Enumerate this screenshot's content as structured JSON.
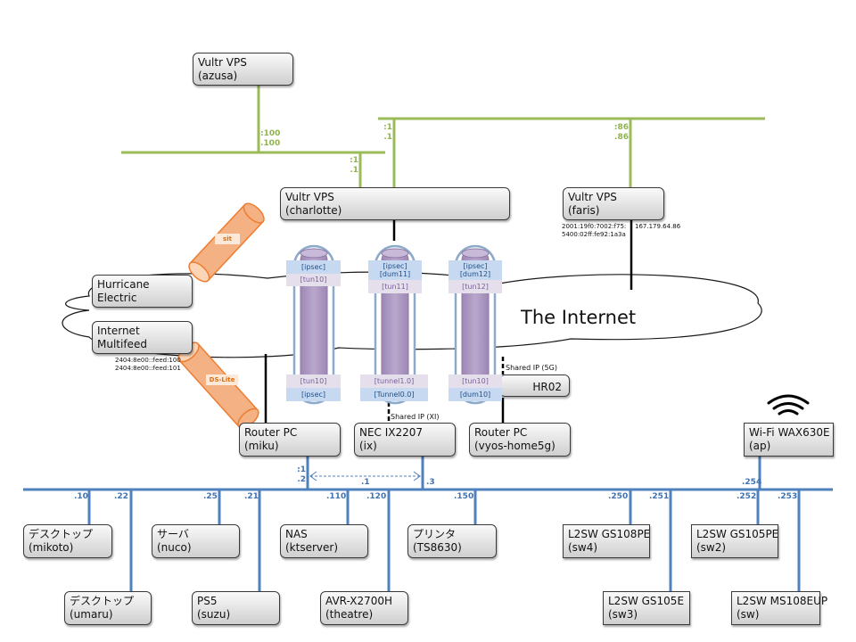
{
  "diagram_title": "Home network topology",
  "colors": {
    "vps_network": "#9bbb59",
    "lan": "#4f81bd",
    "tunnel_ipsec": "#c6d9f0",
    "tunnel_tun": "#e5dfec",
    "tube_orange": "#f4b183"
  },
  "vps_net_a": {
    "azusa_v6": ":100",
    "azusa_v4": ".100",
    "charlotte_v6": ":1",
    "charlotte_v4": ".1"
  },
  "vps_net_b": {
    "charlotte_v6": ":1",
    "charlotte_v4": ".1",
    "faris_v6": ":86",
    "faris_v4": ".86"
  },
  "nodes": {
    "azusa": {
      "line1": "Vultr VPS",
      "line2": "(azusa)"
    },
    "charlotte": {
      "line1": "Vultr VPS",
      "line2": "(charlotte)"
    },
    "faris": {
      "line1": "Vultr VPS",
      "line2": "(faris)"
    },
    "he": {
      "line1": "Hurricane",
      "line2": "Electric"
    },
    "mfeed": {
      "line1": "Internet",
      "line2": "Multifeed"
    },
    "hr02": {
      "line1": "HR02"
    },
    "miku": {
      "line1": "Router PC",
      "line2": "(miku)"
    },
    "ix": {
      "line1": "NEC IX2207",
      "line2": "(ix)"
    },
    "vyos": {
      "line1": "Router PC",
      "line2": "(vyos-home5g)"
    },
    "ap": {
      "line1": "Wi-Fi WAX630E",
      "line2": "(ap)"
    },
    "mikoto": {
      "line1": "デスクトップ",
      "line2": "(mikoto)"
    },
    "umaru": {
      "line1": "デスクトップ",
      "line2": "(umaru)"
    },
    "nuco": {
      "line1": "サーバ",
      "line2": "(nuco)"
    },
    "suzu": {
      "line1": "PS5",
      "line2": "(suzu)"
    },
    "ktserver": {
      "line1": "NAS",
      "line2": "(ktserver)"
    },
    "theatre": {
      "line1": "AVR-X2700H",
      "line2": "(theatre)"
    },
    "printer": {
      "line1": "プリンタ",
      "line2": "(TS8630)"
    },
    "sw4": {
      "line1": "L2SW GS108PE",
      "line2": "(sw4)"
    },
    "sw3": {
      "line1": "L2SW GS105E",
      "line2": "(sw3)"
    },
    "sw2": {
      "line1": "L2SW GS105PE",
      "line2": "(sw2)"
    },
    "sw": {
      "line1": "L2SW MS108EUP",
      "line2": "(sw)"
    }
  },
  "faris_addr": {
    "v6_line1": "2001:19f0:7002:f75:",
    "v6_line2": "5400:02ff:fe92:1a3a",
    "v4": "167.179.64.86"
  },
  "mfeed_addr": {
    "line1": "2404:8e00::feed:100",
    "line2": "2404:8e00::feed:101"
  },
  "internet_label": "The Internet",
  "tubes": {
    "sit": "sit",
    "dslite": "DS-Lite"
  },
  "tunnels": [
    {
      "top": [
        "[ipsec]"
      ],
      "top2": "[tun10]",
      "bottom1": "[tun10]",
      "bottom2": "[ipsec]"
    },
    {
      "top": [
        "[ipsec]",
        "[dum11]"
      ],
      "top2": "[tun11]",
      "bottom1": "[tunnel1.0]",
      "bottom2": "[Tunnel0.0]"
    },
    {
      "top": [
        "[ipsec]",
        "[dum12]"
      ],
      "top2": "[tun12]",
      "bottom1": "[tun10]",
      "bottom2": "[dum10]"
    }
  ],
  "shared_ip": {
    "xi": "Shared IP (XI)",
    "five_g": "Shared IP (5G)"
  },
  "lan": {
    "miku_v6": ":1",
    "miku_v4": ".2",
    "vip": ".1",
    "ix": ".3",
    "ap": ".254",
    "hosts": {
      "mikoto": ".10",
      "umaru": ".22",
      "nuco": ".25",
      "suzu": ".21",
      "ktserver": ".110",
      "theatre": ".120",
      "printer": ".150",
      "sw4": ".250",
      "sw3": ".251",
      "sw2": ".252",
      "sw": ".253"
    }
  }
}
